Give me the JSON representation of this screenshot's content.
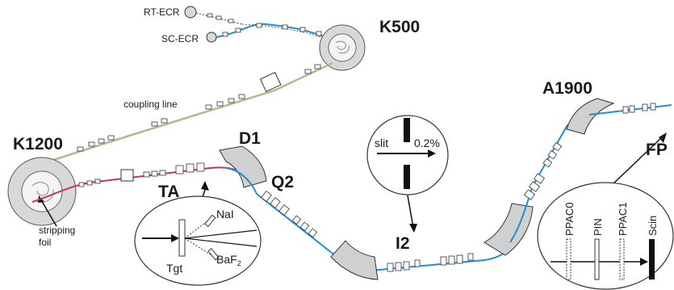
{
  "colors": {
    "beam_blue": "#1f8fd0",
    "stripped_beam": "#c4345f",
    "coupling_line": "#a9bf8a",
    "dipole_fill": "#d0d0d0",
    "outline": "#333333"
  },
  "labels": {
    "rt_ecr": "RT-ECR",
    "sc_ecr": "SC-ECR",
    "k500": "K500",
    "coupling_line": "coupling line",
    "k1200": "K1200",
    "stripping_foil_line1": "stripping",
    "stripping_foil_line2": "foil",
    "d1": "D1",
    "q2": "Q2",
    "ta": "TA",
    "i2": "I2",
    "a1900": "A1900",
    "fp": "FP"
  },
  "ta_inset": {
    "target": "Tgt",
    "detector_top": "NaI",
    "detector_bottom": "BaF",
    "detector_bottom_subscript": "2"
  },
  "i2_inset": {
    "slit_label": "slit",
    "slit_value": "0.2%"
  },
  "fp_inset": {
    "detectors": [
      "PPAC0",
      "PIN",
      "PPAC1",
      "Scin"
    ]
  }
}
